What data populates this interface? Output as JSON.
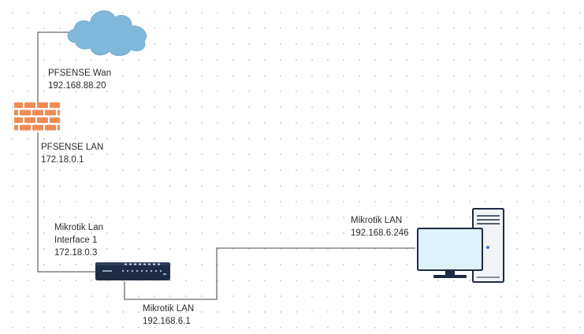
{
  "nodes": {
    "cloud": {
      "icon": "cloud-icon"
    },
    "firewall": {
      "icon": "firewall-icon"
    },
    "switch": {
      "icon": "switch-icon"
    },
    "workstation": {
      "icon": "desktop-computer-icon"
    }
  },
  "labels": {
    "pfsense_wan": {
      "line1": "PFSENSE Wan",
      "line2": "192.168.88.20"
    },
    "pfsense_lan": {
      "line1": "PFSENSE LAN",
      "line2": "172.18.0.1"
    },
    "mikrotik_lan_if1": {
      "line1": "Mikrotik Lan",
      "line2": "Interface 1",
      "line3": "172.18.0.3"
    },
    "mikrotik_lan_bottom": {
      "line1": "Mikrotik LAN",
      "line2": "192.168.6.1"
    },
    "mikrotik_lan_pc": {
      "line1": "Mikrotik LAN",
      "line2": "192.168.6.246"
    }
  },
  "colors": {
    "cloud": "#7fb8da",
    "firewall": "#f08b55",
    "switch": "#1f2b44",
    "monitor_screen": "#dff1fa",
    "tower": "#f2f4f7",
    "link": "#6b6b6b"
  }
}
